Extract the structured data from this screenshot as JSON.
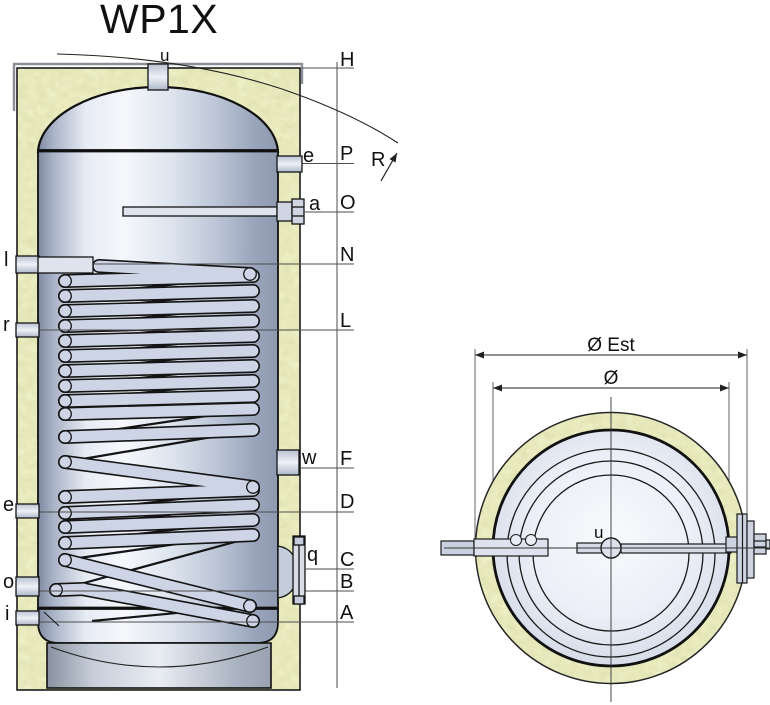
{
  "title": "WP1X",
  "front_view": {
    "top_connection_label": "u",
    "left_connection_labels": [
      "l",
      "r",
      "e",
      "o",
      "i"
    ],
    "right_connection_labels": [
      "e",
      "a",
      "w",
      "q"
    ],
    "dimension_labels": [
      "H",
      "P",
      "O",
      "N",
      "L",
      "F",
      "D",
      "C",
      "B",
      "A"
    ],
    "tilt_radius_label": "R"
  },
  "top_view": {
    "outer_diameter_label": "Ø Est",
    "inner_diameter_label": "Ø",
    "center_connection_label": "u"
  },
  "colors": {
    "insulation": "#edefc5",
    "metal_light": "#f5f7fb",
    "metal_dark": "#8e99af",
    "tube_fill": "#cdd4e5",
    "line": "#1a1a1a"
  }
}
